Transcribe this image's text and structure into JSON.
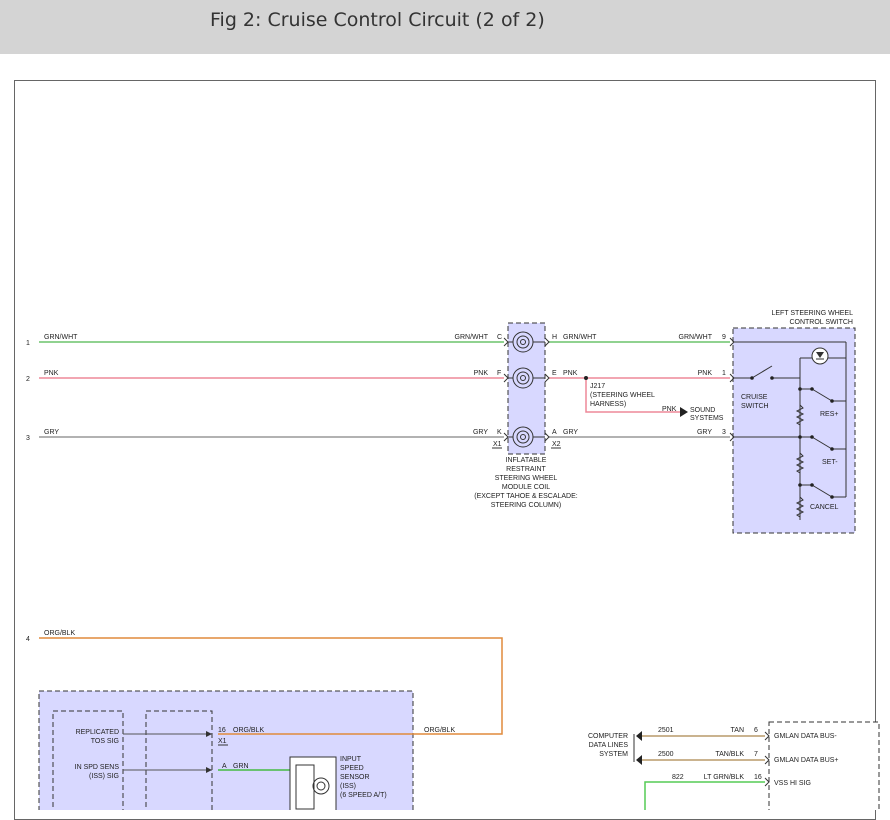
{
  "page": {
    "title": "Fig 2: Cruise Control Circuit (2 of 2)"
  },
  "colors": {
    "grn_wht": "#6cc36c",
    "pnk": "#ee8899",
    "gry": "#999999",
    "org_blk": "#e08a3c",
    "grn": "#44bb44",
    "tan": "#b89a6a",
    "lt_grn_blk": "#55cc55",
    "component_fill": "#d8d8ff",
    "box_border": "#333333"
  },
  "circuits": [
    {
      "num": "1",
      "wire_left": "GRN/WHT",
      "wire_coil_in": "GRN/WHT",
      "pin_x1": "C",
      "pin_x2": "H",
      "wire_coil_out": "GRN/WHT",
      "wire_sw": "GRN/WHT",
      "pin_sw": "9"
    },
    {
      "num": "2",
      "wire_left": "PNK",
      "wire_coil_in": "PNK",
      "pin_x1": "F",
      "pin_x2": "E",
      "wire_coil_out": "PNK",
      "wire_sw": "PNK",
      "pin_sw": "1"
    },
    {
      "num": "3",
      "wire_left": "GRY",
      "wire_coil_in": "GRY",
      "pin_x1": "K",
      "pin_x2": "A",
      "wire_coil_out": "GRY",
      "wire_sw": "GRY",
      "pin_sw": "3"
    },
    {
      "num": "4",
      "wire_left": "ORG/BLK"
    }
  ],
  "coil": {
    "connector_x1": "X1",
    "connector_x2": "X2",
    "label_lines": [
      "INFLATABLE",
      "RESTRAINT",
      "STEERING WHEEL",
      "MODULE COIL",
      "(EXCEPT TAHOE & ESCALADE:",
      "STEERING COLUMN)"
    ]
  },
  "splice": {
    "label_lines": [
      "J217",
      "(STEERING WHEEL",
      "HARNESS)"
    ],
    "branch_wire": "PNK",
    "sound_lines": [
      "SOUND",
      "SYSTEMS"
    ]
  },
  "switch": {
    "title_lines": [
      "LEFT STEERING WHEEL",
      "CONTROL SWITCH"
    ],
    "cruise_lines": [
      "CRUISE",
      "SWITCH"
    ],
    "res": "RES+",
    "set": "SET-",
    "cancel": "CANCEL"
  },
  "module": {
    "sig1_lines": [
      "REPLICATED",
      "TOS SIG"
    ],
    "sig2_lines": [
      "IN SPD SENS",
      "(ISS) SIG"
    ],
    "pin16": "16",
    "pin16_wire": "ORG/BLK",
    "conn_x1": "X1",
    "pin_a": "A",
    "pin_a_wire": "GRN",
    "out_wire": "ORG/BLK",
    "sensor_lines": [
      "INPUT",
      "SPEED",
      "SENSOR",
      "(ISS)",
      "(6 SPEED A/T)"
    ]
  },
  "data_bus": {
    "system_lines": [
      "COMPUTER",
      "DATA LINES",
      "SYSTEM"
    ],
    "rows": [
      {
        "ckt": "2501",
        "wire": "TAN",
        "pin": "6",
        "label": "GMLAN DATA BUS-"
      },
      {
        "ckt": "2500",
        "wire": "TAN/BLK",
        "pin": "7",
        "label": "GMLAN DATA BUS+"
      },
      {
        "ckt": "822",
        "wire": "LT GRN/BLK",
        "pin": "16",
        "label": "VSS HI SIG"
      }
    ]
  }
}
